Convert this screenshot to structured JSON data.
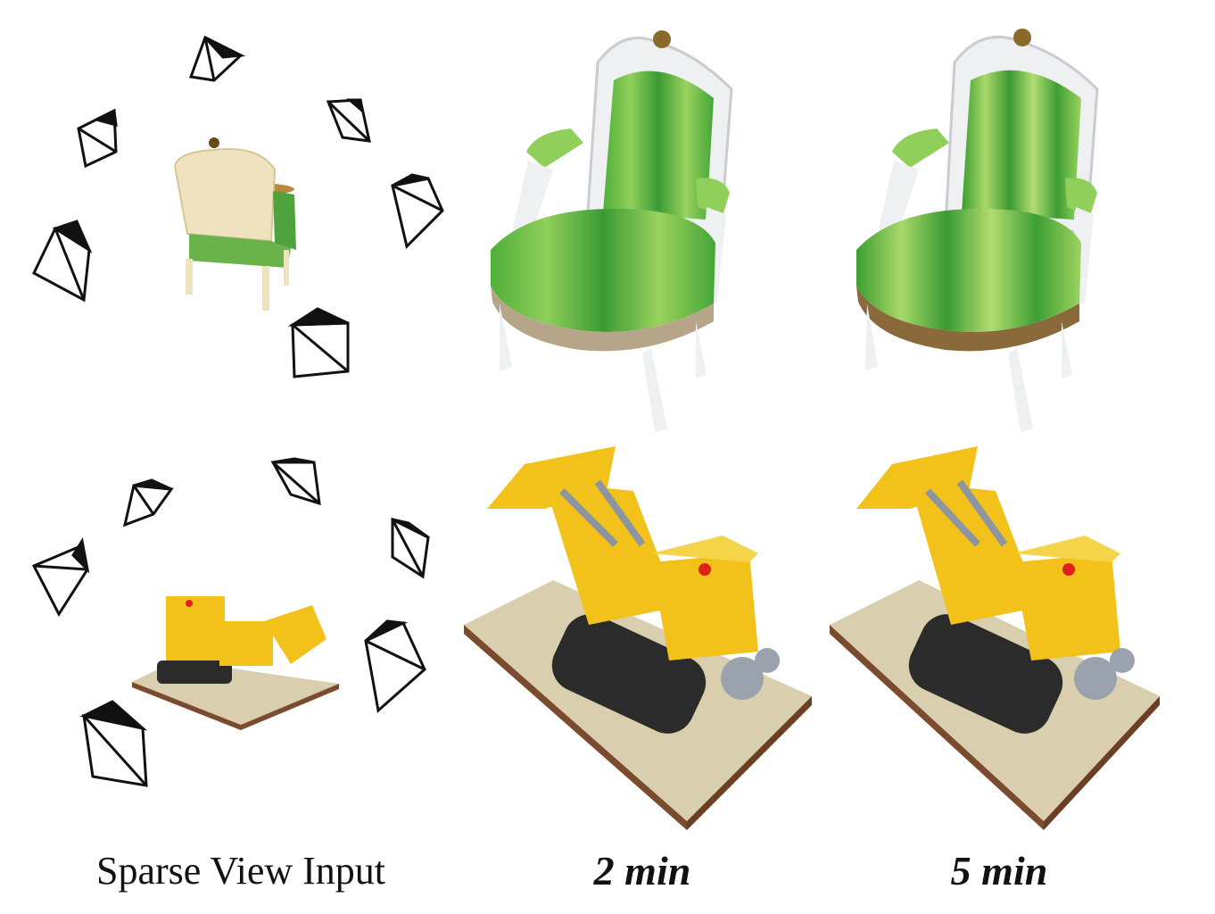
{
  "figure": {
    "columns": [
      {
        "caption": "Sparse View Input"
      },
      {
        "caption": "2 min"
      },
      {
        "caption": "5 min"
      }
    ],
    "rows": [
      "chair",
      "lego-bulldozer"
    ]
  },
  "colors": {
    "chair_fabric": "#5bbf3c",
    "chair_fabric_dark": "#2f8f2a",
    "chair_frame": "#eef0f2",
    "chair_back_input": "#efe3bf",
    "gold_trim": "#8a6a2a",
    "lego_yellow": "#f2c21b",
    "lego_dark": "#2b2b2b",
    "baseplate": "#d9cfae",
    "baseplate_edge": "#7a4b2d",
    "red_light": "#e0211b",
    "camera_fill": "#111111"
  }
}
